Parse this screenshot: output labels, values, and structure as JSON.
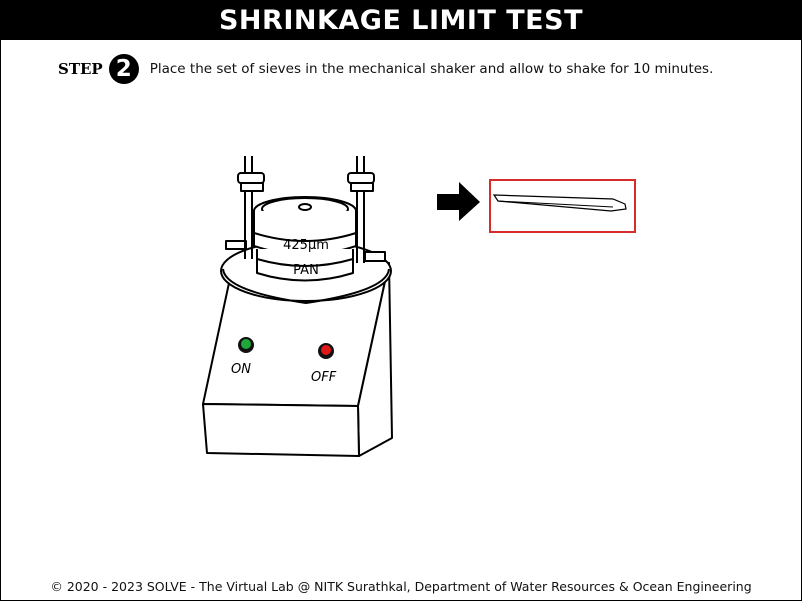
{
  "header": {
    "title": "SHRINKAGE LIMIT TEST"
  },
  "step": {
    "label": "STEP",
    "number": "2",
    "instruction": "Place the set of sieves in the mechanical shaker and allow to shake for 10 minutes."
  },
  "shaker": {
    "sieve_label": "425µm",
    "pan_label": "PAN",
    "on_label": "ON",
    "off_label": "OFF",
    "on_color": "#1fa83a",
    "off_color": "#e01818"
  },
  "target": {
    "highlight_color": "#d62c2c"
  },
  "footer": {
    "copyright": "© 2020 - 2023 SOLVE - The Virtual Lab @ NITK Surathkal, Department of Water Resources & Ocean Engineering"
  }
}
